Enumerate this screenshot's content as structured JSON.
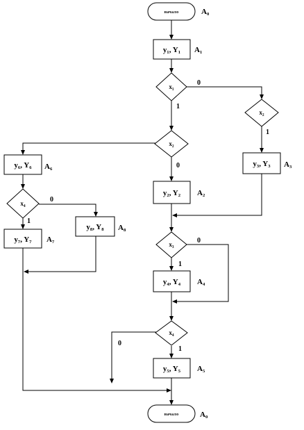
{
  "terminals": {
    "start": "начало",
    "end": "начало"
  },
  "states": {
    "a0_top": "A₀",
    "a1": "A₁",
    "a2": "A₂",
    "a3": "A₃",
    "a4": "A₄",
    "a5": "A₅",
    "a6": "A₆",
    "a7": "A₇",
    "a8": "A₈",
    "a0_bottom": "A₀"
  },
  "operations": {
    "op1": "y₁, Y₁",
    "op2": "y₂, Y₂",
    "op3": "y₃, Y₃",
    "op4": "y₄, Y₄",
    "op5": "y₅, Y₅",
    "op6": "y₆, Y₆",
    "op7": "y₇, Y₇",
    "op8": "y₈, Y₈"
  },
  "conditions": {
    "c1": "x₁",
    "c2_right": "x₂",
    "c2_center": "x₂",
    "c3": "x₃",
    "c4_left": "x₄",
    "c4_center": "x₄"
  },
  "edge_labels": {
    "c1_false": "0",
    "c1_true": "1",
    "c2_right_true": "1",
    "c2_center_false": "0",
    "c4_left_false": "0",
    "c4_left_true": "1",
    "c3_false": "0",
    "c3_true": "1",
    "c4_center_false": "0",
    "c4_center_true": "1"
  }
}
